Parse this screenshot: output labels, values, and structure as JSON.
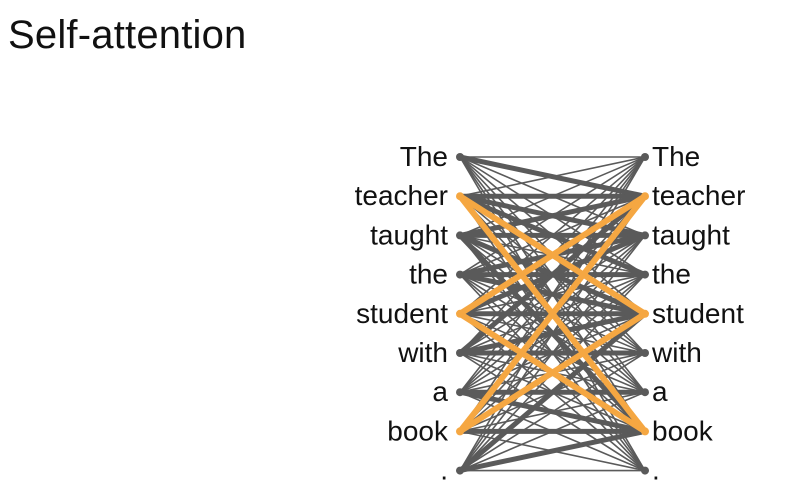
{
  "title": "Self-attention",
  "tokens_left": [
    "The",
    "teacher",
    "taught",
    "the",
    "student",
    "with",
    "a",
    "book",
    "."
  ],
  "tokens_right": [
    "The",
    "teacher",
    "taught",
    "the",
    "student",
    "with",
    "a",
    "book",
    "."
  ],
  "colors": {
    "edge": "#5a5a5a",
    "highlight": "#f5a742"
  },
  "attention": {
    "strong": [
      [
        1,
        1
      ],
      [
        1,
        2
      ],
      [
        1,
        3
      ],
      [
        2,
        2
      ],
      [
        2,
        1
      ],
      [
        3,
        2
      ],
      [
        3,
        3
      ],
      [
        4,
        4
      ],
      [
        4,
        2
      ],
      [
        4,
        1
      ],
      [
        5,
        4
      ],
      [
        6,
        7
      ],
      [
        7,
        7
      ],
      [
        7,
        4
      ],
      [
        0,
        1
      ],
      [
        2,
        4
      ],
      [
        3,
        4
      ],
      [
        5,
        5
      ],
      [
        6,
        6
      ],
      [
        8,
        4
      ],
      [
        8,
        7
      ],
      [
        1,
        4
      ],
      [
        2,
        7
      ],
      [
        5,
        1
      ]
    ],
    "highlighted": [
      [
        1,
        4
      ],
      [
        1,
        7
      ],
      [
        4,
        1
      ],
      [
        4,
        7
      ],
      [
        7,
        1
      ],
      [
        7,
        4
      ]
    ]
  }
}
